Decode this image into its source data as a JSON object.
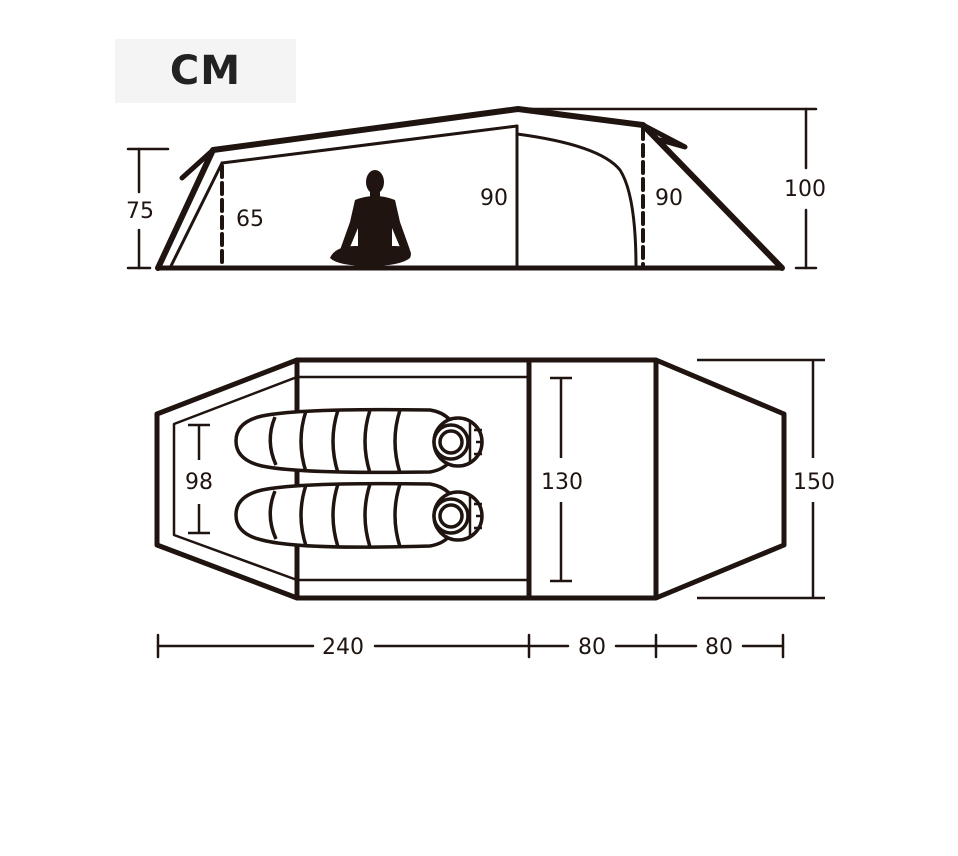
{
  "unit_label": "CM",
  "colors": {
    "line": "#1f1410",
    "badge_bg": "#f4f4f4",
    "badge_text": "#222222",
    "background": "#ffffff"
  },
  "side_view": {
    "dimensions": {
      "vestibule_outer_height": "75",
      "vestibule_inner_height": "65",
      "inner_tent_height": "90",
      "rear_pole_height": "90",
      "overall_height": "100"
    },
    "figure": "seated-person-silhouette"
  },
  "top_view": {
    "dimensions": {
      "foot_width": "98",
      "middle_width": "130",
      "overall_width": "150"
    },
    "sleeping_bags": 2
  },
  "length_dimensions": {
    "inner_length": "240",
    "vestibule_length_1": "80",
    "vestibule_length_2": "80"
  }
}
